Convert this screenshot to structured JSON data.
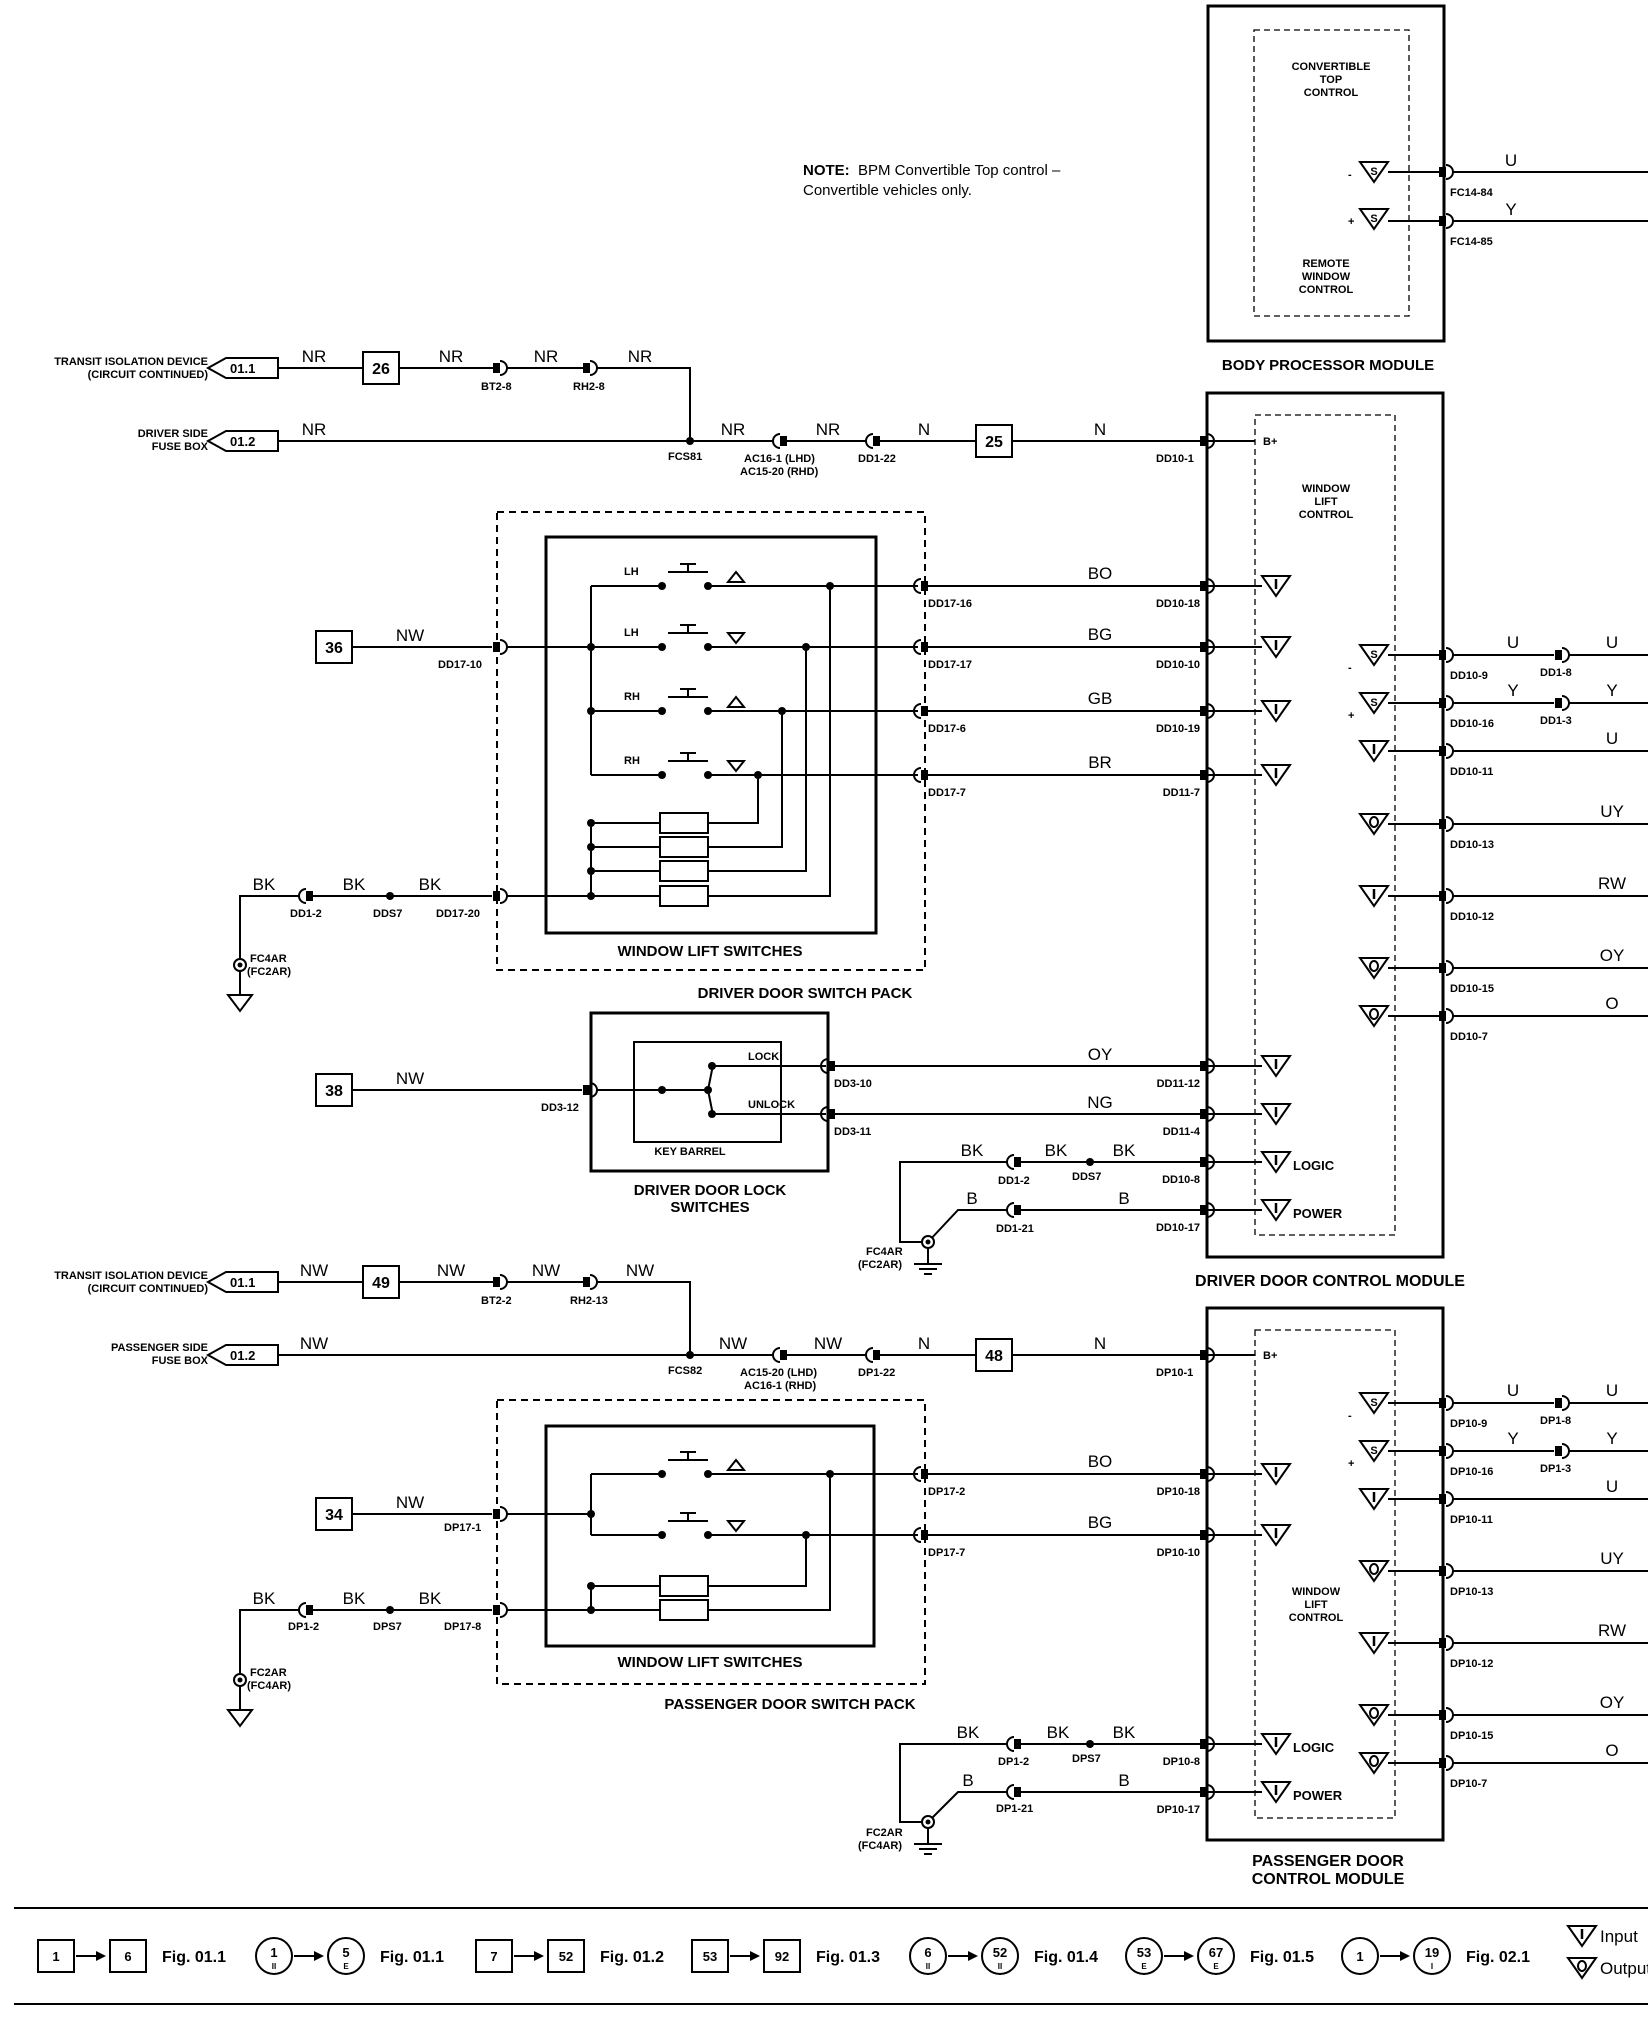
{
  "note": {
    "label": "NOTE:",
    "text1": "BPM Convertible Top control –",
    "text2": "Convertible vehicles only."
  },
  "bpm": {
    "title": "BODY PROCESSOR MODULE",
    "conv_top": [
      "CONVERTIBLE",
      "TOP",
      "CONTROL"
    ],
    "remote": [
      "REMOTE",
      "WINDOW",
      "CONTROL"
    ],
    "pins": [
      "FC14-84",
      "FC14-85"
    ],
    "wires": [
      "U",
      "Y"
    ]
  },
  "feeds": {
    "tid": [
      "TRANSIT ISOLATION DEVICE",
      "(CIRCUIT CONTINUED)"
    ],
    "dsfb": [
      "DRIVER SIDE",
      "FUSE BOX"
    ],
    "psfb": [
      "PASSENGER SIDE",
      "FUSE BOX"
    ],
    "ref1": "01.1",
    "ref2": "01.2"
  },
  "driver_power": {
    "box26": "26",
    "box25": "25",
    "nr": "NR",
    "n": "N",
    "bt": "BT2-8",
    "rh": "RH2-8",
    "fcs": "FCS81",
    "ac1": "AC16-1 (LHD)",
    "ac2": "AC15-20 (RHD)",
    "dd1": "DD1-22",
    "dd10": "DD10-1"
  },
  "dcm": {
    "title": "DRIVER DOOR CONTROL MODULE",
    "wlc": [
      "WINDOW",
      "LIFT",
      "CONTROL"
    ],
    "bplus": "B+",
    "logic": "LOGIC",
    "power": "POWER",
    "left_pins": [
      "DD10-18",
      "DD10-10",
      "DD10-19",
      "DD11-7",
      "DD11-12",
      "DD11-4",
      "DD10-8",
      "DD10-17"
    ],
    "right_pins": [
      "DD10-9",
      "DD10-16",
      "DD10-11",
      "DD10-13",
      "DD10-12",
      "DD10-15",
      "DD10-7"
    ],
    "right_wires": [
      "U",
      "Y",
      "U",
      "UY",
      "RW",
      "OY",
      "O"
    ],
    "right_outer": [
      "U",
      "Y"
    ],
    "dd1": [
      "DD1-8",
      "DD1-3"
    ]
  },
  "dsp": {
    "title": "DRIVER DOOR SWITCH PACK",
    "switches": "WINDOW LIFT SWITCHES",
    "sw_labels": [
      "LH",
      "LH",
      "RH",
      "RH"
    ],
    "box36": "36",
    "nw": "NW",
    "in_pin": "DD17-10",
    "out_pins": [
      "DD17-16",
      "DD17-17",
      "DD17-6",
      "DD17-7"
    ],
    "wires": [
      "BO",
      "BG",
      "GB",
      "BR"
    ],
    "bk": "BK",
    "gnd_pins": [
      "DD1-2",
      "DDS7",
      "DD17-20"
    ],
    "ground": [
      "FC4AR",
      "(FC2AR)"
    ]
  },
  "lock": {
    "title": [
      "DRIVER DOOR LOCK",
      "SWITCHES"
    ],
    "barrel": "KEY BARREL",
    "lock": "LOCK",
    "unlock": "UNLOCK",
    "box38": "38",
    "nw": "NW",
    "in_pin": "DD3-12",
    "out_pins": [
      "DD3-10",
      "DD3-11"
    ],
    "wires": [
      "OY",
      "NG"
    ]
  },
  "dlogic": {
    "bk": "BK",
    "b": "B",
    "pins": [
      "DD1-2",
      "DDS7",
      "DD1-21"
    ],
    "ground": [
      "FC4AR",
      "(FC2AR)"
    ]
  },
  "passenger_power": {
    "box49": "49",
    "box48": "48",
    "nw": "NW",
    "n": "N",
    "bt": "BT2-2",
    "rh": "RH2-13",
    "fcs": "FCS82",
    "ac1": "AC15-20 (LHD)",
    "ac2": "AC16-1 (RHD)",
    "dp1": "DP1-22",
    "dp10": "DP10-1"
  },
  "pcm": {
    "title": [
      "PASSENGER DOOR",
      "CONTROL MODULE"
    ],
    "wlc": [
      "WINDOW",
      "LIFT",
      "CONTROL"
    ],
    "bplus": "B+",
    "logic": "LOGIC",
    "power": "POWER",
    "left_pins": [
      "DP10-18",
      "DP10-10",
      "DP10-8",
      "DP10-17"
    ],
    "right_pins": [
      "DP10-9",
      "DP10-16",
      "DP10-11",
      "DP10-13",
      "DP10-12",
      "DP10-15",
      "DP10-7"
    ],
    "right_wires": [
      "U",
      "Y",
      "U",
      "UY",
      "RW",
      "OY",
      "O"
    ],
    "right_outer": [
      "U",
      "Y"
    ],
    "dp1": [
      "DP1-8",
      "DP1-3"
    ]
  },
  "psp": {
    "title": "PASSENGER DOOR SWITCH PACK",
    "switches": "WINDOW LIFT SWITCHES",
    "box34": "34",
    "nw": "NW",
    "in_pin": "DP17-1",
    "out_pins": [
      "DP17-2",
      "DP17-7"
    ],
    "wires": [
      "BO",
      "BG"
    ],
    "bk": "BK",
    "gnd_pins": [
      "DP1-2",
      "DPS7",
      "DP17-8"
    ],
    "ground": [
      "FC2AR",
      "(FC4AR)"
    ]
  },
  "plogic": {
    "bk": "BK",
    "b": "B",
    "pins": [
      "DP1-2",
      "DPS7",
      "DP1-21"
    ],
    "ground": [
      "FC2AR",
      "(FC4AR)"
    ]
  },
  "legend": [
    {
      "a": "1",
      "b": "6",
      "fig": "Fig. 01.1"
    },
    {
      "a": "1",
      "asub": "II",
      "b": "5",
      "bsub": "E",
      "fig": "Fig. 01.1"
    },
    {
      "a": "7",
      "b": "52",
      "fig": "Fig. 01.2"
    },
    {
      "a": "53",
      "b": "92",
      "fig": "Fig. 01.3"
    },
    {
      "a": "6",
      "asub": "II",
      "b": "52",
      "bsub": "II",
      "fig": "Fig. 01.4"
    },
    {
      "a": "53",
      "asub": "E",
      "b": "67",
      "bsub": "E",
      "fig": "Fig. 01.5"
    },
    {
      "a": "1",
      "b": "19",
      "bsub": "I",
      "fig": "Fig. 02.1"
    }
  ],
  "legend_io": [
    "Input",
    "Output"
  ]
}
